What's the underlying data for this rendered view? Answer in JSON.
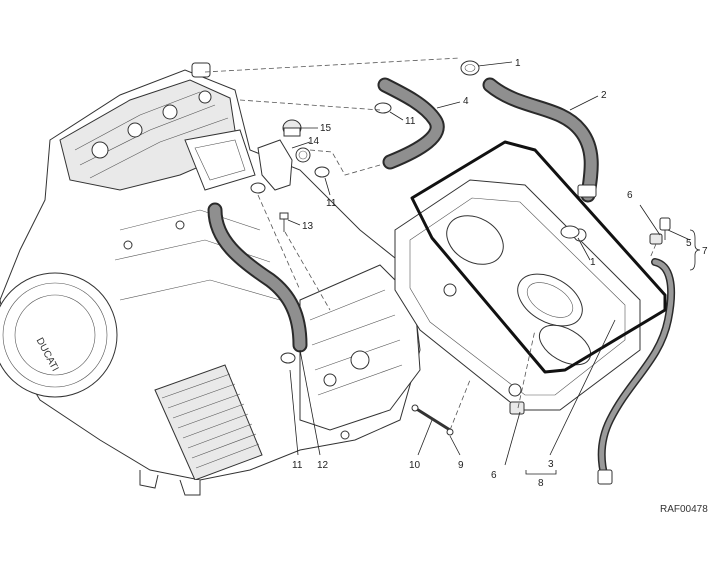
{
  "diagram": {
    "callouts": [
      {
        "id": "c1a",
        "label": "1"
      },
      {
        "id": "c1b",
        "label": "1"
      },
      {
        "id": "c2",
        "label": "2"
      },
      {
        "id": "c3",
        "label": "3"
      },
      {
        "id": "c4",
        "label": "4"
      },
      {
        "id": "c5",
        "label": "5"
      },
      {
        "id": "c6a",
        "label": "6"
      },
      {
        "id": "c6b",
        "label": "6"
      },
      {
        "id": "c7",
        "label": "7"
      },
      {
        "id": "c8",
        "label": "8"
      },
      {
        "id": "c9",
        "label": "9"
      },
      {
        "id": "c10",
        "label": "10"
      },
      {
        "id": "c11a",
        "label": "11"
      },
      {
        "id": "c11b",
        "label": "11"
      },
      {
        "id": "c11c",
        "label": "11"
      },
      {
        "id": "c12",
        "label": "12"
      },
      {
        "id": "c13",
        "label": "13"
      },
      {
        "id": "c14",
        "label": "14"
      },
      {
        "id": "c15",
        "label": "15"
      }
    ],
    "drawing_code": "RAF00478",
    "engine_logo_text": "DUCATI"
  }
}
